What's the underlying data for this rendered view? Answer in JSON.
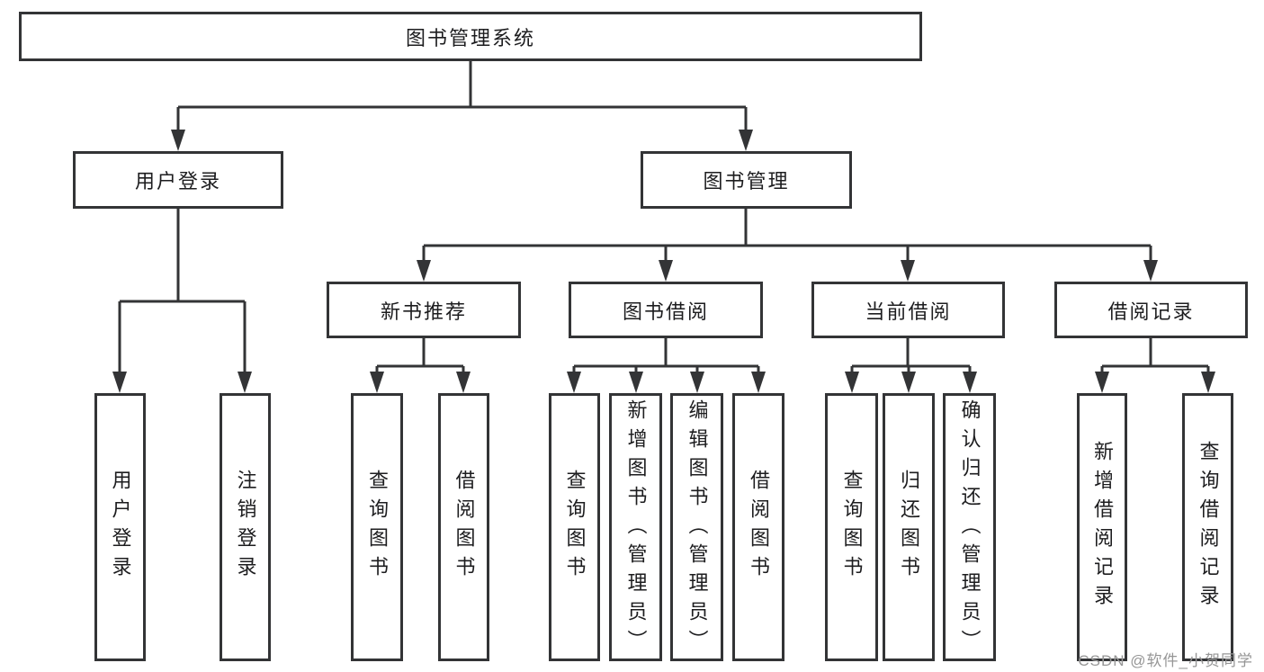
{
  "diagram": {
    "title_node": {
      "label": "图书管理系统"
    },
    "level2": [
      {
        "id": "user-login",
        "label": "用户登录",
        "parent": "图书管理系统"
      },
      {
        "id": "book-management",
        "label": "图书管理",
        "parent": "图书管理系统"
      }
    ],
    "level3": [
      {
        "id": "new-book-recommend",
        "label": "新书推荐",
        "parent": "图书管理"
      },
      {
        "id": "book-borrowing",
        "label": "图书借阅",
        "parent": "图书管理"
      },
      {
        "id": "current-borrowing",
        "label": "当前借阅",
        "parent": "图书管理"
      },
      {
        "id": "borrow-records",
        "label": "借阅记录",
        "parent": "图书管理"
      }
    ],
    "leaves": [
      {
        "id": "leaf-user-login",
        "label": "用户登录",
        "parent": "用户登录"
      },
      {
        "id": "leaf-logout-login",
        "label": "注销登录",
        "parent": "用户登录"
      },
      {
        "id": "leaf-query-books-rec",
        "label": "查询图书",
        "parent": "新书推荐"
      },
      {
        "id": "leaf-borrow-books-rec",
        "label": "借阅图书",
        "parent": "新书推荐"
      },
      {
        "id": "leaf-query-books-borrow",
        "label": "查询图书",
        "parent": "图书借阅"
      },
      {
        "id": "leaf-add-books-admin",
        "label": "新增图书（管理员）",
        "parent": "图书借阅"
      },
      {
        "id": "leaf-edit-books-admin",
        "label": "编辑图书（管理员）",
        "parent": "图书借阅"
      },
      {
        "id": "leaf-borrow-books-borrow",
        "label": "借阅图书",
        "parent": "图书借阅"
      },
      {
        "id": "leaf-query-books-current",
        "label": "查询图书",
        "parent": "当前借阅"
      },
      {
        "id": "leaf-return-books",
        "label": "归还图书",
        "parent": "当前借阅"
      },
      {
        "id": "leaf-confirm-return-admin",
        "label": "确认归还（管理员）",
        "parent": "当前借阅"
      },
      {
        "id": "leaf-add-borrow-record",
        "label": "新增借阅记录",
        "parent": "借阅记录"
      },
      {
        "id": "leaf-query-borrow-record",
        "label": "查询借阅记录",
        "parent": "借阅记录"
      }
    ],
    "colors": {
      "line": "#333436",
      "text": "#1d1d1f",
      "background": "#ffffff",
      "watermark": "#969696"
    }
  },
  "watermark": {
    "text": "CSDN @软件_小贺同学"
  }
}
